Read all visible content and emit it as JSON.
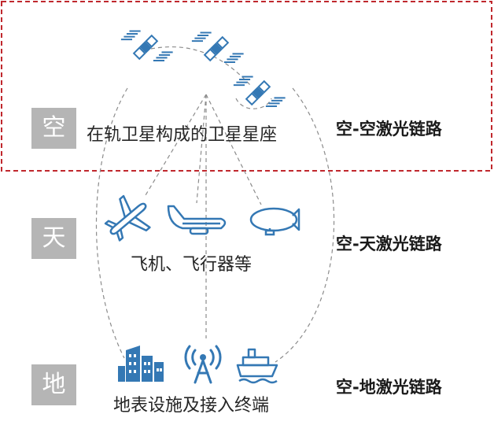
{
  "colors": {
    "icon": "#3478b4",
    "frame": "#c0282d",
    "tag_bg": "#b5b5b5",
    "line": "#8c8c8c"
  },
  "layers": [
    {
      "tag": "空",
      "description": "在轨卫星构成的卫星星座",
      "link": "空-空激光链路",
      "icons": [
        "satellite-icon",
        "satellite-icon",
        "satellite-icon"
      ]
    },
    {
      "tag": "天",
      "description": "飞机、飞行器等",
      "link": "空-天激光链路",
      "icons": [
        "airplane-icon",
        "aircraft-icon",
        "airship-icon"
      ]
    },
    {
      "tag": "地",
      "description": "地表设施及接入终端",
      "link": "空-地激光链路",
      "icons": [
        "buildings-icon",
        "antenna-tower-icon",
        "ship-icon"
      ]
    }
  ]
}
